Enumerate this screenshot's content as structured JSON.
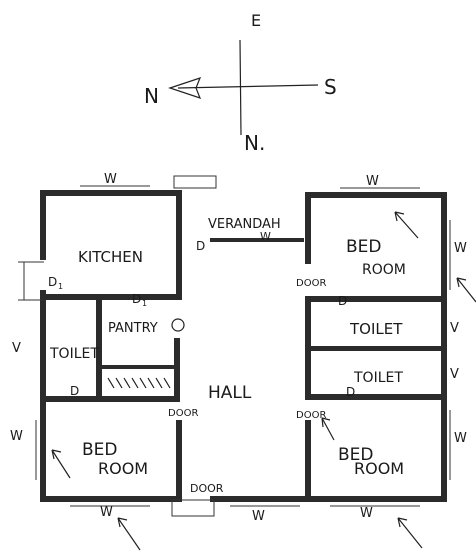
{
  "compass": {
    "east": "E",
    "west": "S",
    "north": "N",
    "south": "N."
  },
  "rooms": {
    "kitchen": "KITCHEN",
    "verandah": "VERANDAH",
    "pantry": "PANTRY",
    "toilet_left": "TOILET",
    "hall": "HALL",
    "bed_top_line1": "BED",
    "bed_top_line2": "ROOM",
    "toilet_right_1": "TOILET",
    "toilet_right_2": "TOILET",
    "bed_bottom_left_line1": "BED",
    "bed_bottom_left_line2": "ROOM",
    "bed_bottom_right_line1": "BED",
    "bed_bottom_right_line2": "ROOM"
  },
  "labels": {
    "door": "DOOR",
    "d1": "D",
    "d1_sub": "1",
    "window": "W",
    "ventilator": "V"
  }
}
